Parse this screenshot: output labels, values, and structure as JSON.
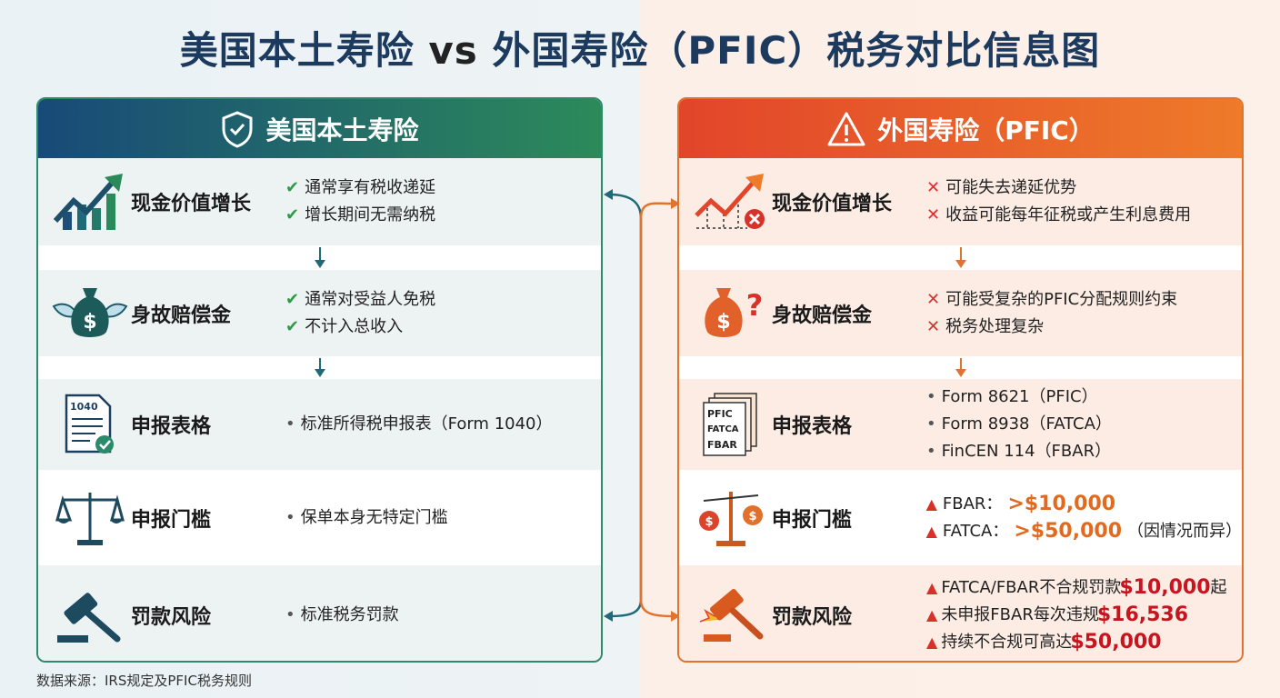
{
  "title": {
    "left": "美国本土寿险",
    "vs": " vs ",
    "right": "外国寿险（PFIC）税务对比信息图"
  },
  "us": {
    "header": "美国本土寿险",
    "header_icon": "shield-check-icon",
    "accent": "#2e8a6a",
    "rows": [
      {
        "label": "现金价值增长",
        "icon": "growth-chart-icon",
        "items": [
          "通常享有税收递延",
          "增长期间无需纳税"
        ]
      },
      {
        "label": "身故赔偿金",
        "icon": "money-bag-wings-icon",
        "items": [
          "通常对受益人免税",
          "不计入总收入"
        ]
      },
      {
        "label": "申报表格",
        "icon": "form-1040-icon",
        "icon_text": "1040",
        "items": [
          "标准所得税申报表（Form 1040）"
        ]
      },
      {
        "label": "申报门槛",
        "icon": "scale-icon",
        "items": [
          "保单本身无特定门槛"
        ]
      },
      {
        "label": "罚款风险",
        "icon": "gavel-icon",
        "items": [
          "标准税务罚款"
        ]
      }
    ]
  },
  "fx": {
    "header": "外国寿险（PFIC）",
    "header_icon": "warning-icon",
    "accent": "#e2732e",
    "rows": [
      {
        "label": "现金价值增长",
        "icon": "growth-chart-x-icon",
        "items": [
          "可能失去递延优势",
          "收益可能每年征税或产生利息费用"
        ]
      },
      {
        "label": "身故赔偿金",
        "icon": "money-bag-question-icon",
        "items": [
          "可能受复杂的PFIC分配规则约束",
          "税务处理复杂"
        ]
      },
      {
        "label": "申报表格",
        "icon": "forms-stack-icon",
        "icon_text": [
          "PFIC",
          "FATCA",
          "FBAR"
        ],
        "items": [
          "Form 8621（PFIC）",
          "Form 8938（FATCA）",
          "FinCEN 114（FBAR）"
        ]
      },
      {
        "label": "申报门槛",
        "icon": "scale-money-icon",
        "items": [
          {
            "pre": "FBAR：",
            "amt": ">$10,000",
            "post": ""
          },
          {
            "pre": "FATCA：",
            "amt": ">$50,000",
            "post": "（因情况而异）"
          }
        ]
      },
      {
        "label": "罚款风险",
        "icon": "gavel-impact-icon",
        "items": [
          {
            "pre": "FATCA/FBAR不合规罚款",
            "amt": "$10,000",
            "post": "起"
          },
          {
            "pre": "未申报FBAR每次违规",
            "amt": "$16,536",
            "post": ""
          },
          {
            "pre": "持续不合规可高达",
            "amt": "$50,000",
            "post": ""
          }
        ]
      }
    ]
  },
  "source": "数据来源：IRS规定及PFIC税务规则"
}
